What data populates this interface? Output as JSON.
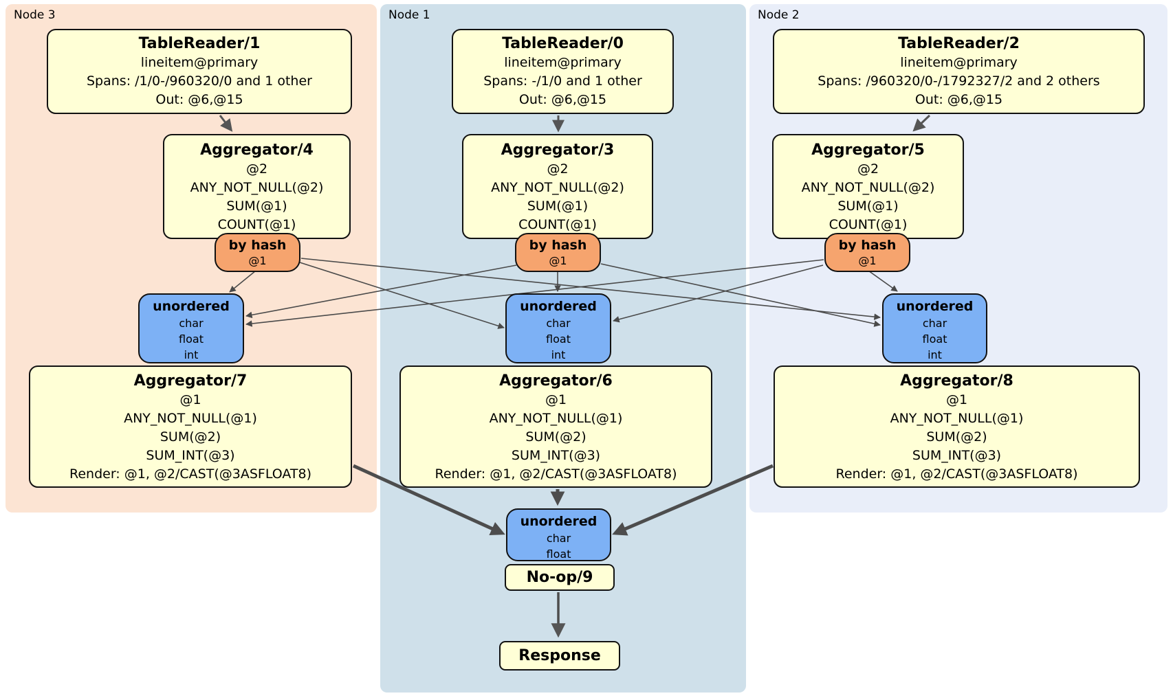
{
  "groups": [
    {
      "label": "Node 3"
    },
    {
      "label": "Node 1"
    },
    {
      "label": "Node 2"
    }
  ],
  "processors": {
    "tr1": {
      "title": "TableReader/1",
      "lines": [
        "lineitem@primary",
        "Spans: /1/0-/960320/0 and 1 other",
        "Out: @6,@15"
      ]
    },
    "tr0": {
      "title": "TableReader/0",
      "lines": [
        "lineitem@primary",
        "Spans: -/1/0 and 1 other",
        "Out: @6,@15"
      ]
    },
    "tr2": {
      "title": "TableReader/2",
      "lines": [
        "lineitem@primary",
        "Spans: /960320/0-/1792327/2 and 2 others",
        "Out: @6,@15"
      ]
    },
    "agg4": {
      "title": "Aggregator/4",
      "lines": [
        "@2",
        "ANY_NOT_NULL(@2)",
        "SUM(@1)",
        "COUNT(@1)"
      ]
    },
    "agg3": {
      "title": "Aggregator/3",
      "lines": [
        "@2",
        "ANY_NOT_NULL(@2)",
        "SUM(@1)",
        "COUNT(@1)"
      ]
    },
    "agg5": {
      "title": "Aggregator/5",
      "lines": [
        "@2",
        "ANY_NOT_NULL(@2)",
        "SUM(@1)",
        "COUNT(@1)"
      ]
    },
    "agg7": {
      "title": "Aggregator/7",
      "lines": [
        "@1",
        "ANY_NOT_NULL(@1)",
        "SUM(@2)",
        "SUM_INT(@3)",
        "Render: @1, @2/CAST(@3ASFLOAT8)"
      ]
    },
    "agg6": {
      "title": "Aggregator/6",
      "lines": [
        "@1",
        "ANY_NOT_NULL(@1)",
        "SUM(@2)",
        "SUM_INT(@3)",
        "Render: @1, @2/CAST(@3ASFLOAT8)"
      ]
    },
    "agg8": {
      "title": "Aggregator/8",
      "lines": [
        "@1",
        "ANY_NOT_NULL(@1)",
        "SUM(@2)",
        "SUM_INT(@3)",
        "Render: @1, @2/CAST(@3ASFLOAT8)"
      ]
    },
    "noop": {
      "title": "No-op/9"
    },
    "response": {
      "title": "Response"
    }
  },
  "routers": {
    "hash_node3": {
      "title": "by hash",
      "detail": "@1"
    },
    "hash_node1": {
      "title": "by hash",
      "detail": "@1"
    },
    "hash_node2": {
      "title": "by hash",
      "detail": "@1"
    }
  },
  "syncs": {
    "un_node3": {
      "title": "unordered",
      "items": [
        "char",
        "float",
        "int"
      ]
    },
    "un_node1": {
      "title": "unordered",
      "items": [
        "char",
        "float",
        "int"
      ]
    },
    "un_node2": {
      "title": "unordered",
      "items": [
        "char",
        "float",
        "int"
      ]
    },
    "un_final": {
      "title": "unordered",
      "items": [
        "char",
        "float"
      ]
    }
  },
  "colors": {
    "node3_bg": "#fce4d3",
    "node1_bg": "#cfe0ea",
    "node2_bg": "#e9eef9",
    "proc_fill": "#ffffd6",
    "router_fill": "#f6a46e",
    "sync_fill": "#7db1f5",
    "box_border": "#111111",
    "edge_thin": "#4a4a4a",
    "edge_thick": "#4d4d4d"
  }
}
